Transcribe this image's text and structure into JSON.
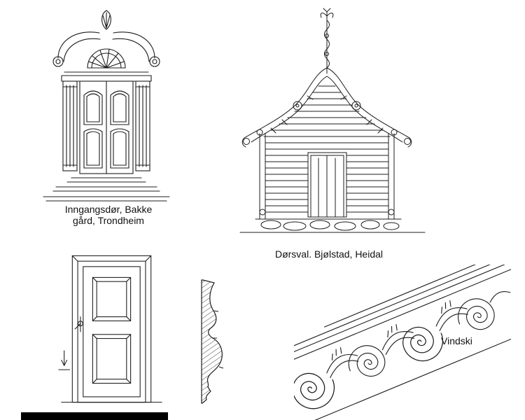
{
  "page": {
    "background_color": "#ffffff",
    "ink_color": "#1c1c1c"
  },
  "figures": {
    "entrance_door": {
      "caption_line1": "Inngangsdør, Bakke",
      "caption_line2": "gård, Trondheim"
    },
    "doorway_gable": {
      "caption": "Dørsval. Bjølstad, Heidal"
    },
    "bargeboard": {
      "caption": "Vindski"
    }
  }
}
